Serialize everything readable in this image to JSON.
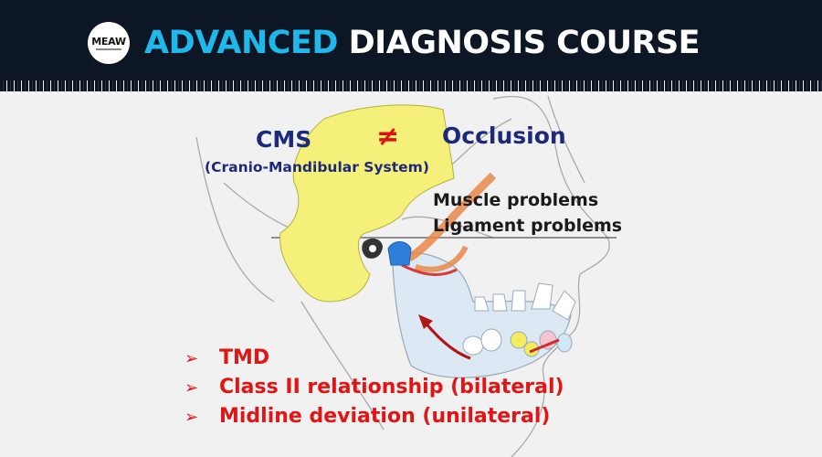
{
  "header": {
    "logo_text": "MEAW",
    "title_accent": "ADVANCED",
    "title_rest": "DIAGNOSIS COURSE",
    "accent_color": "#1fb8ea",
    "background_color": "#0d1624"
  },
  "diagram": {
    "cms_label": "CMS",
    "not_equal_symbol": "≠",
    "occlusion_label": "Occlusion",
    "cms_full": "(Cranio-Mandibular System)",
    "muscle_label": "Muscle problems",
    "ligament_label": "Ligament problems",
    "label_color": "#1d2a7a",
    "highlight_color": "#f5f07a"
  },
  "bullets": {
    "marker": "➢",
    "items": [
      "TMD",
      "Class II relationship (bilateral)",
      "Midline deviation (unilateral)"
    ],
    "color": "#e01515"
  }
}
